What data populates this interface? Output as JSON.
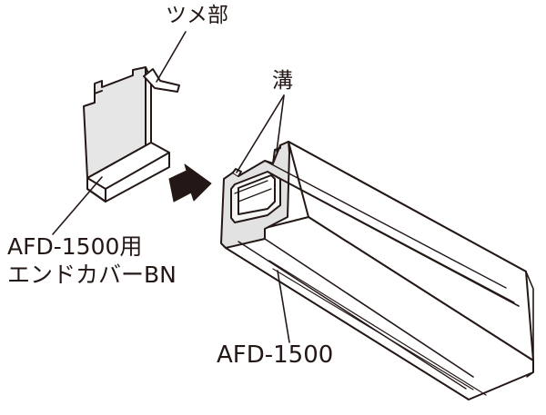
{
  "labels": {
    "tab_part": "ツメ部",
    "groove": "溝",
    "end_cap_line1": "AFD-1500用",
    "end_cap_line2": "エンドカバーBN",
    "profile": "AFD-1500"
  },
  "colors": {
    "stroke": "#231815",
    "face": "#ffffff",
    "shade_light": "#ececec",
    "shade_mid": "#d9d9d9",
    "arrow": "#231815"
  }
}
